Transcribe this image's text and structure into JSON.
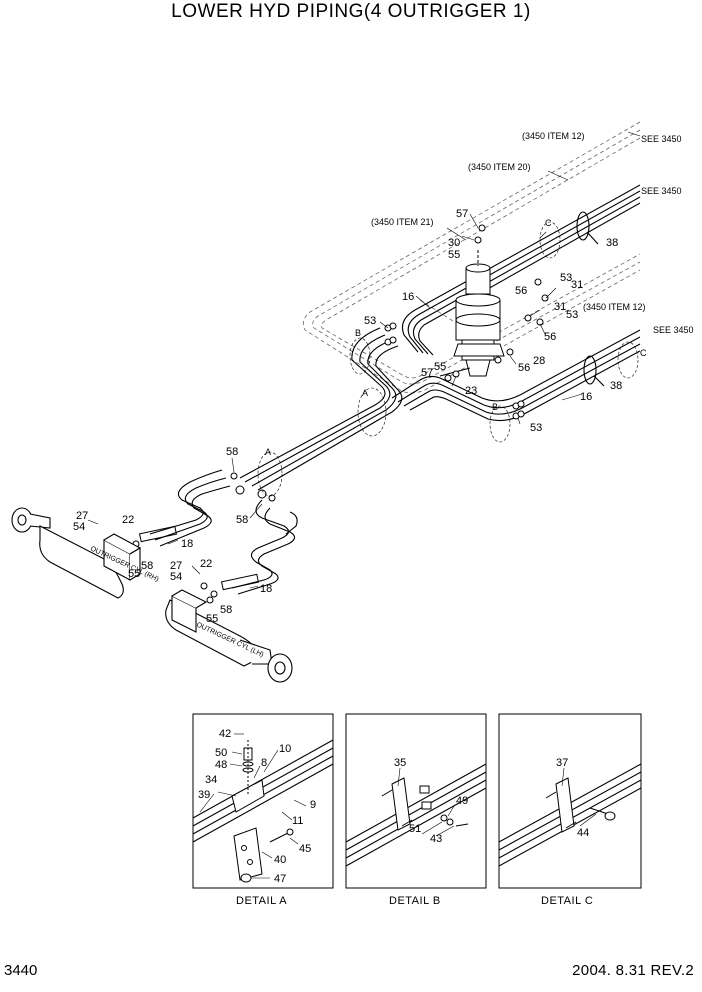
{
  "header": {
    "title": "LOWER HYD PIPING(4 OUTRIGGER 1)"
  },
  "footer": {
    "page_number": "3440",
    "date_rev": "2004. 8.31  REV.2"
  },
  "references": {
    "item12_top": "(3450 ITEM 12)",
    "see_top": "SEE 3450",
    "item20": "(3450 ITEM 20)",
    "see_mid": "SEE 3450",
    "item21": "(3450 ITEM 21)",
    "item12_right": "(3450 ITEM 12)",
    "see_right": "SEE 3450"
  },
  "section_markers": {
    "a": "A",
    "b": "B",
    "c": "C"
  },
  "cylinder_labels": {
    "rh": "OUTRIGGER CYL (RH)",
    "lh": "OUTRIGGER CYL (LH)"
  },
  "main_callouts": {
    "c57a": "57",
    "c30": "30",
    "c55a": "55",
    "c16a": "16",
    "c53a": "53",
    "c56a": "56",
    "c53b": "53",
    "c31a": "31",
    "c31b": "31",
    "c53c": "53",
    "c56b": "56",
    "c56c": "56",
    "c28": "28",
    "c55b": "55",
    "c57b": "57",
    "c23": "23",
    "c38a": "38",
    "c38b": "38",
    "c16b": "16",
    "c53d": "53",
    "c58a": "58",
    "c58b": "58",
    "c27a": "27",
    "c54a": "54",
    "c22a": "22",
    "c18a": "18",
    "c58c": "58",
    "c55c": "55",
    "c27b": "27",
    "c54b": "54",
    "c22b": "22",
    "c18b": "18",
    "c55d": "55",
    "c58d": "58"
  },
  "detail_a": {
    "caption": "DETAIL  A",
    "c42": "42",
    "c50": "50",
    "c48": "48",
    "c10": "10",
    "c8": "8",
    "c34": "34",
    "c39": "39",
    "c9": "9",
    "c11": "11",
    "c45": "45",
    "c40": "40",
    "c47": "47"
  },
  "detail_b": {
    "caption": "DETAIL  B",
    "c35": "35",
    "c49": "49",
    "c51": "51",
    "c43": "43"
  },
  "detail_c": {
    "caption": "DETAIL  C",
    "c37": "37",
    "c44": "44"
  }
}
